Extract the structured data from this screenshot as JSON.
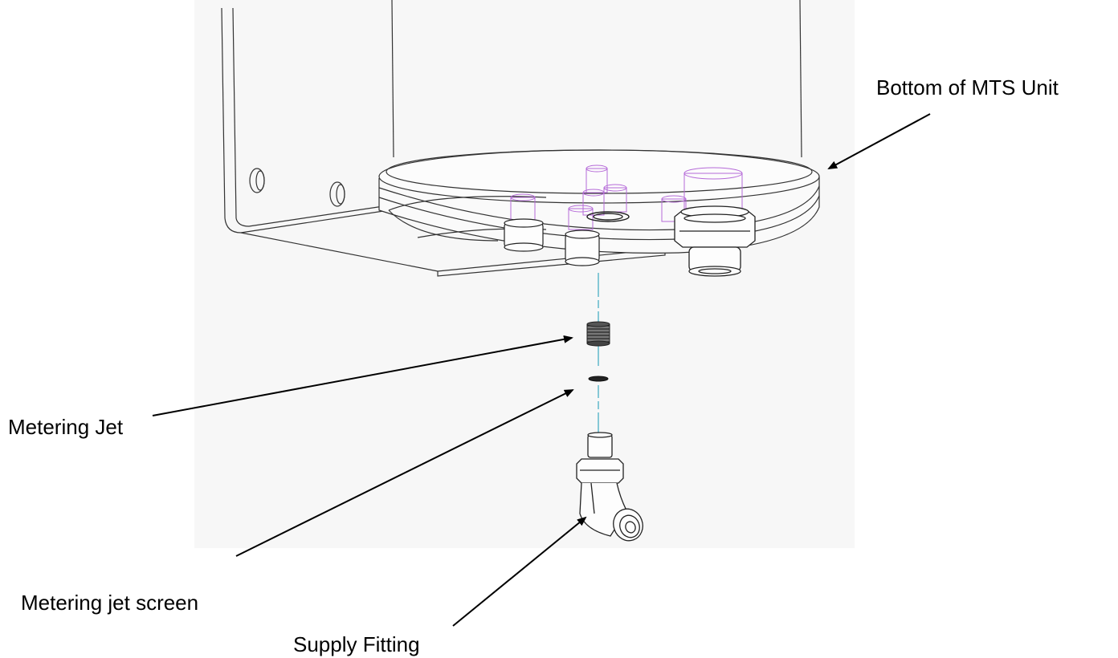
{
  "labels": {
    "bottom_of_unit": "Bottom of MTS Unit",
    "metering_jet": "Metering Jet",
    "metering_jet_screen": "Metering jet screen",
    "supply_fitting": "Supply Fitting"
  },
  "colors": {
    "background": "#ffffff",
    "drawing_panel": "#f7f7f7",
    "line": "#333333",
    "hidden_feature": "#b56ad8",
    "axis_line": "#3aa8c1",
    "callout": "#000000"
  }
}
